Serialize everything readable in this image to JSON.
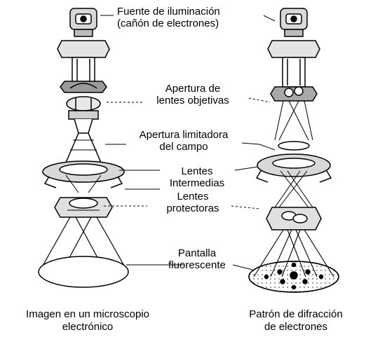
{
  "labels": {
    "source_line1": "Fuente de iluminación",
    "source_line2": "(cañón de electrones)",
    "objective_line1": "Apertura de",
    "objective_line2": "lentes objetivas",
    "field_line1": "Apertura limitadora",
    "field_line2": "del campo",
    "intermediate_line1": "Lentes",
    "intermediate_line2": "Intermedias",
    "projector_line1": "Lentes",
    "projector_line2": "protectoras",
    "screen_line1": "Pantalla",
    "screen_line2": "fluorescente"
  },
  "captions": {
    "left_line1": "Imagen en un microscopio",
    "left_line2": "electrónico",
    "right_line1": "Patrón de difracción",
    "right_line2": "de electrones"
  }
}
